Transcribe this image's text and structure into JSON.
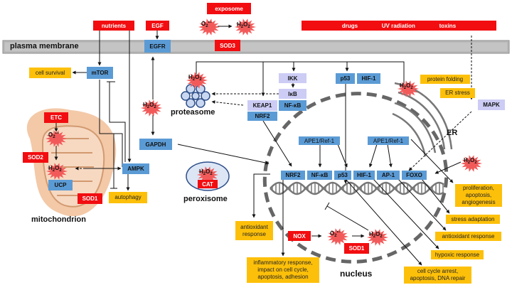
{
  "colors": {
    "stimulus_red": "#f20d10",
    "protein_blue": "#5b9bd5",
    "kinase_lavender": "#ccccf5",
    "outcome_orange": "#fdc00a",
    "membrane_gray": "#bfbfbf",
    "mitochondrion_fill": "#f3c9a8",
    "ros_burst": "#f25a5a"
  },
  "stimuli": {
    "exposome": "exposome",
    "nutrients": "nutrients",
    "egf": "EGF",
    "drugs": "drugs",
    "uv": "UV radiation",
    "toxins": "toxins"
  },
  "membrane": {
    "label": "plasma membrane"
  },
  "enzymes": {
    "sod3": "SOD3",
    "sod2": "SOD2",
    "sod1_mito": "SOD1",
    "etc": "ETC",
    "cat": "CAT",
    "nox": "NOX",
    "sod1_nuc": "SOD1"
  },
  "ros": {
    "superoxide": "O2•−",
    "h2o2": "H2O2"
  },
  "proteins": {
    "egfr": "EGFR",
    "mtor": "mTOR",
    "ampk": "AMPK",
    "gapdh": "GAPDH",
    "ucp": "UCP",
    "ikk": "IKK",
    "ikb": "IκB",
    "nfkb_cyto": "NF-κB",
    "keap1": "KEAP1",
    "nrf2_cyto": "NRF2",
    "p53_cyto": "p53",
    "hif1_cyto": "HIF-1",
    "mapk": "MAPK",
    "ape1_left": "APE1/Ref-1",
    "ape1_right": "APE1/Ref-1",
    "tf_row": [
      "NRF2",
      "NF-κB",
      "p53",
      "HIF-1",
      "AP-1",
      "FOXO"
    ]
  },
  "organelles": {
    "proteasome": "proteasome",
    "mitochondrion": "mitochondrion",
    "peroxisome": "peroxisome",
    "nucleus": "nucleus",
    "er": "ER"
  },
  "outcomes": {
    "cell_survival": "cell survival",
    "autophagy": "autophagy",
    "protein_folding": "protein folding",
    "er_stress": "ER stress",
    "proliferation": "proliferation, apoptosis, angiogenesis",
    "stress_adaptation": "stress adaptation",
    "antioxidant_response_right": "antioxidant response",
    "hypoxic_response": "hypoxic response",
    "cell_cycle_arrest": "cell cycle arrest, apoptosis, DNA repair",
    "antioxidant_response_left": "antioxidant response",
    "inflammatory": "inflammatory response, impact on cell cycle, apoptosis, adhesion"
  }
}
